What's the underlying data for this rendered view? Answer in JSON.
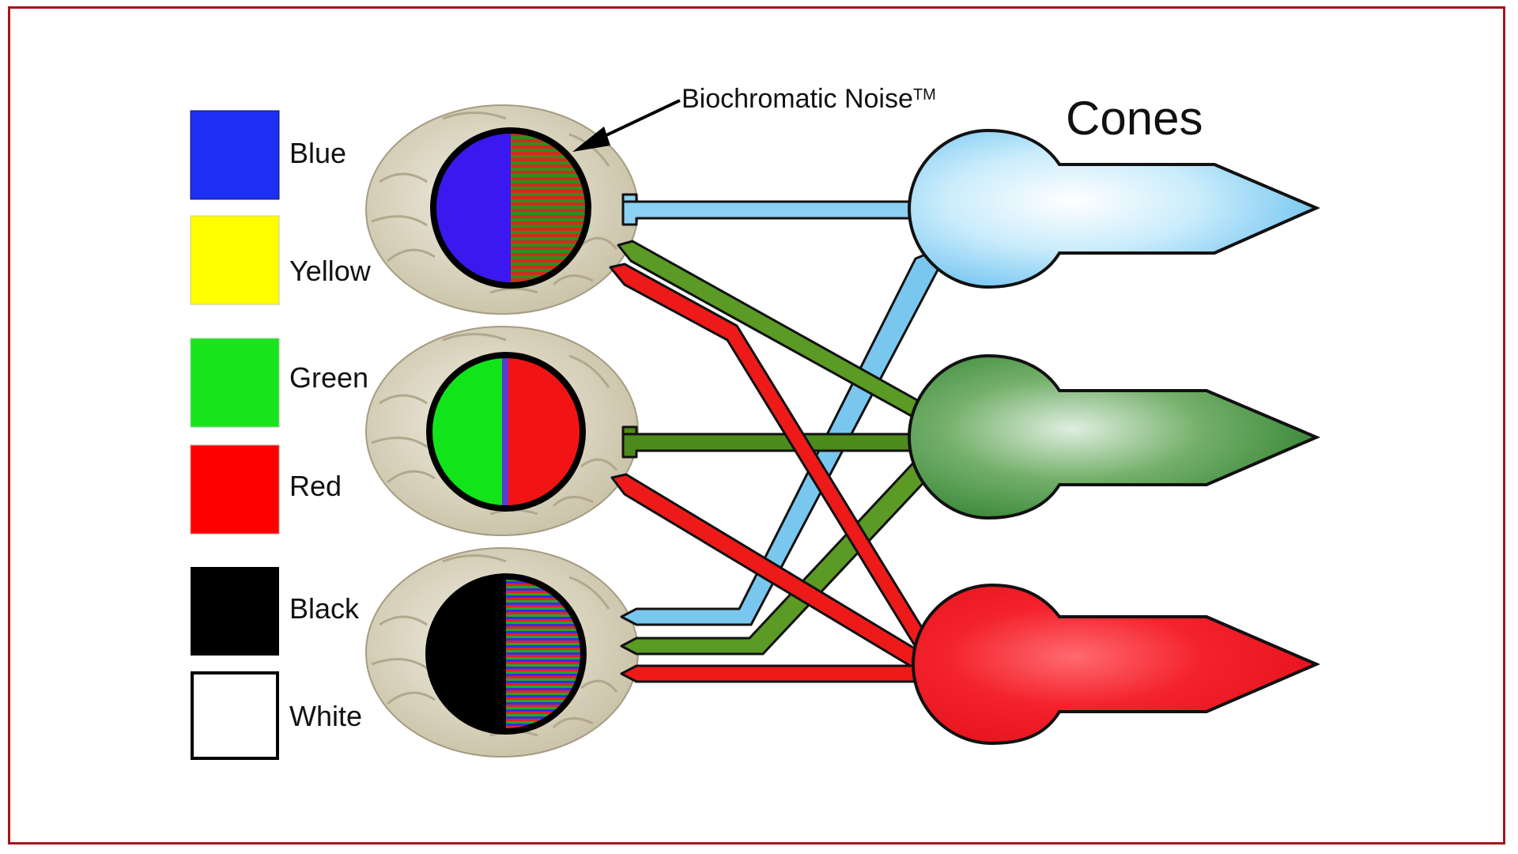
{
  "annotation": {
    "label": "Biochromatic Noise",
    "trademark": "TM"
  },
  "cones_title": "Cones",
  "legend": [
    {
      "label": "Blue",
      "color": "#1c2ff2"
    },
    {
      "label": "Yellow",
      "color": "#ffff00"
    },
    {
      "label": "Green",
      "color": "#18e51c"
    },
    {
      "label": "Red",
      "color": "#ff0000"
    },
    {
      "label": "Black",
      "color": "#000000"
    },
    {
      "label": "White",
      "color": "#ffffff"
    }
  ],
  "colors": {
    "frame": "#a6161b",
    "cone_blue": "#8ed4f6",
    "cone_green": "#4b9a40",
    "cone_red": "#f01822",
    "axon_blue": "#79c7ef",
    "axon_green": "#5b9a24",
    "axon_red": "#ee1a1a",
    "brain": "#d9d3c0"
  }
}
